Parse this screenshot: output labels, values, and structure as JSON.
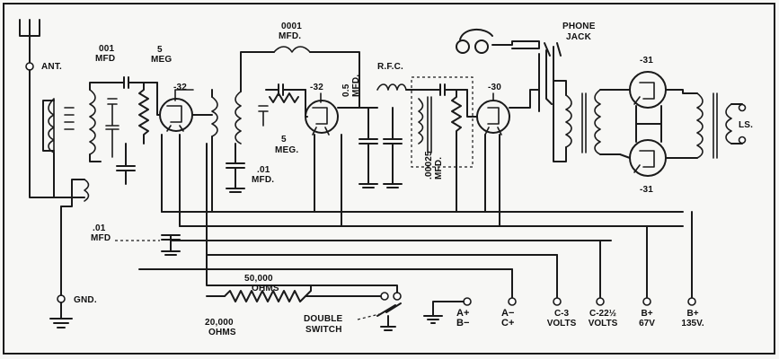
{
  "labels": {
    "ant": "ANT.",
    "gnd": "GND.",
    "c001": "001",
    "c001_unit": "MFD",
    "r5meg_a": "5",
    "r5meg_a_unit": "MEG",
    "tube1": "-32",
    "c0001": "0001",
    "c0001_unit": "MFD.",
    "tube2": "-32",
    "r5meg_b": "5",
    "r5meg_b_unit": "MEG.",
    "c01_a": ".01",
    "c01_a_unit": "MFD.",
    "c05": "0.5",
    "c05_unit": "MFD.",
    "rfc": "R.F.C.",
    "c00025": ".00025",
    "c00025_unit": "MFD.",
    "tube3": "-30",
    "phone_jack_1": "PHONE",
    "phone_jack_2": "JACK",
    "tube4": "-31",
    "tube5": "-31",
    "ls": "LS.",
    "c01_b": ".01",
    "c01_b_unit": "MFD",
    "r50000": "50,000",
    "r50000_unit": "OHMS",
    "r20000": "20,000",
    "r20000_unit": "OHMS",
    "double_switch_1": "DOUBLE",
    "double_switch_2": "SWITCH",
    "a_plus": "A+",
    "b_minus": "B−",
    "a_minus": "A−",
    "c_plus": "C+",
    "c3": "C-3",
    "c3_unit": "VOLTS",
    "c22": "C-22½",
    "c22_unit": "VOLTS",
    "b67": "B+",
    "b67_unit": "67V",
    "b135": "B+",
    "b135_unit": "135V."
  }
}
